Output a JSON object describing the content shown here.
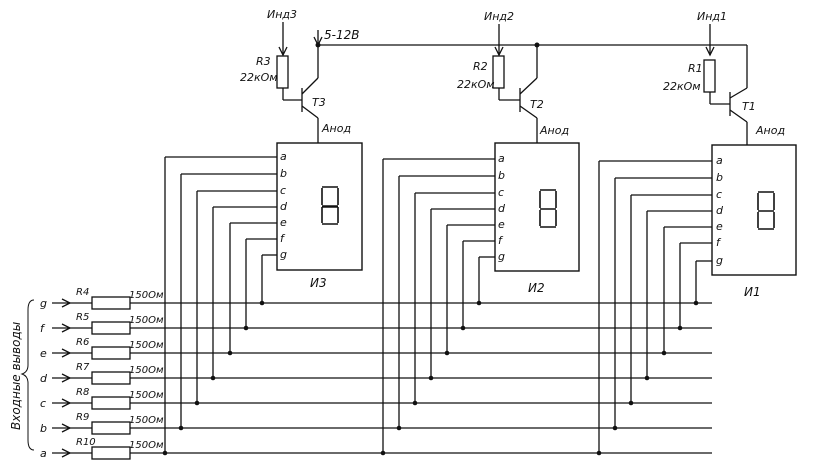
{
  "supply": {
    "label": "5-12В"
  },
  "digits": [
    {
      "id": "3",
      "indicator_label": "И3",
      "ind_label": "Инд3",
      "resistor_label": "R3",
      "resistor_value": "22кОм",
      "transistor_label": "T3",
      "anode_label": "Анод"
    },
    {
      "id": "2",
      "indicator_label": "И2",
      "ind_label": "Инд2",
      "resistor_label": "R2",
      "resistor_value": "22кОм",
      "transistor_label": "T2",
      "anode_label": "Анод"
    },
    {
      "id": "1",
      "indicator_label": "И1",
      "ind_label": "Инд1",
      "resistor_label": "R1",
      "resistor_value": "22кОм",
      "transistor_label": "T1",
      "anode_label": "Анод"
    }
  ],
  "segment_pins": [
    "a",
    "b",
    "c",
    "d",
    "e",
    "f",
    "g"
  ],
  "inputs": {
    "title": "Входные выводы",
    "lines": [
      {
        "segment": "g",
        "resistor": "R4",
        "value": "150Ом"
      },
      {
        "segment": "f",
        "resistor": "R5",
        "value": "150Ом"
      },
      {
        "segment": "e",
        "resistor": "R6",
        "value": "150Ом"
      },
      {
        "segment": "d",
        "resistor": "R7",
        "value": "150Ом"
      },
      {
        "segment": "c",
        "resistor": "R8",
        "value": "150Ом"
      },
      {
        "segment": "b",
        "resistor": "R9",
        "value": "150Ом"
      },
      {
        "segment": "a",
        "resistor": "R10",
        "value": "150Ом"
      }
    ]
  }
}
